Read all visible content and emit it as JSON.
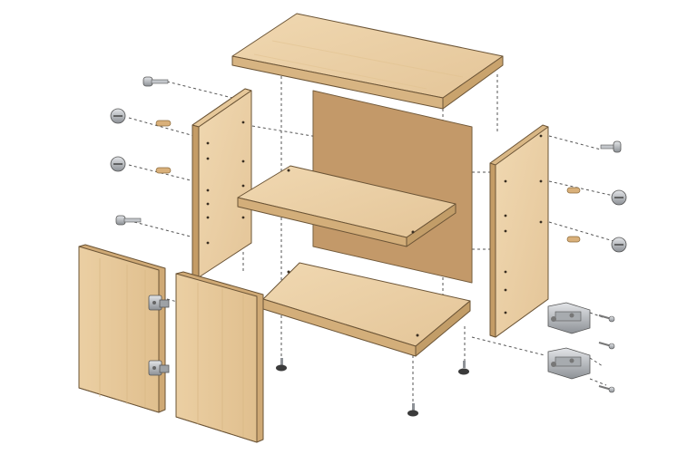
{
  "diagram": {
    "parts": [
      "top-panel",
      "back-panel",
      "left-side-panel",
      "right-side-panel",
      "middle-shelf",
      "bottom-panel",
      "left-door",
      "right-door",
      "cam-lock",
      "wooden-dowel",
      "cam-bolt",
      "hinge",
      "screw",
      "leveling-foot"
    ]
  },
  "colors": {
    "wood_face": "#ecd2a8",
    "wood_edge": "#d9b987",
    "wood_dark": "#c9a673",
    "back_panel": "#c49a6c",
    "metal": "#b9bcc0",
    "foot": "#3b3b3b"
  }
}
